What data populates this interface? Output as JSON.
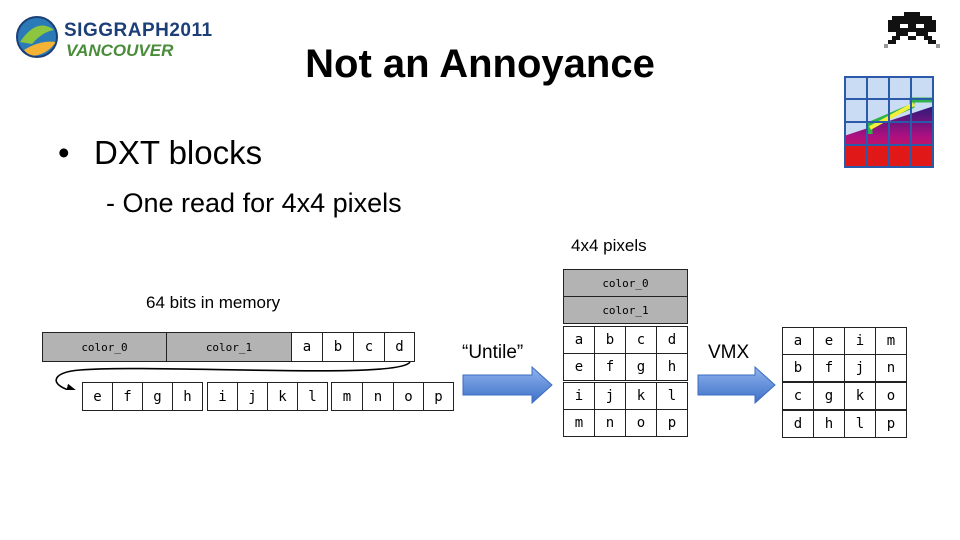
{
  "logo": {
    "line1": "SIGGRAPH2011",
    "line2": "VANCOUVER"
  },
  "title": "Not an Annoyance",
  "bullet": "DXT blocks",
  "sub_bullet": "- One read for 4x4 pixels",
  "memory": {
    "caption": "64 bits in memory",
    "row1_colors": [
      "color_0",
      "color_1"
    ],
    "row1_letters": [
      "a",
      "b",
      "c",
      "d"
    ],
    "row2_letters": [
      "e",
      "f",
      "g",
      "h",
      "i",
      "j",
      "k",
      "l",
      "m",
      "n",
      "o",
      "p"
    ]
  },
  "untile_label": "“Untile”",
  "pixels": {
    "caption": "4x4 pixels",
    "colors": [
      "color_0",
      "color_1"
    ],
    "rows": [
      [
        "a",
        "b",
        "c",
        "d"
      ],
      [
        "e",
        "f",
        "g",
        "h"
      ],
      [
        "i",
        "j",
        "k",
        "l"
      ],
      [
        "m",
        "n",
        "o",
        "p"
      ]
    ]
  },
  "vmx_label": "VMX",
  "vmx": {
    "rows": [
      [
        "a",
        "e",
        "i",
        "m"
      ],
      [
        "b",
        "f",
        "j",
        "n"
      ],
      [
        "c",
        "g",
        "k",
        "o"
      ],
      [
        "d",
        "h",
        "l",
        "p"
      ]
    ]
  },
  "colors": {
    "arrow": "#5b8bd8",
    "arrow_edge": "#3b6cc0",
    "color_cell": "#b3b3b3"
  }
}
